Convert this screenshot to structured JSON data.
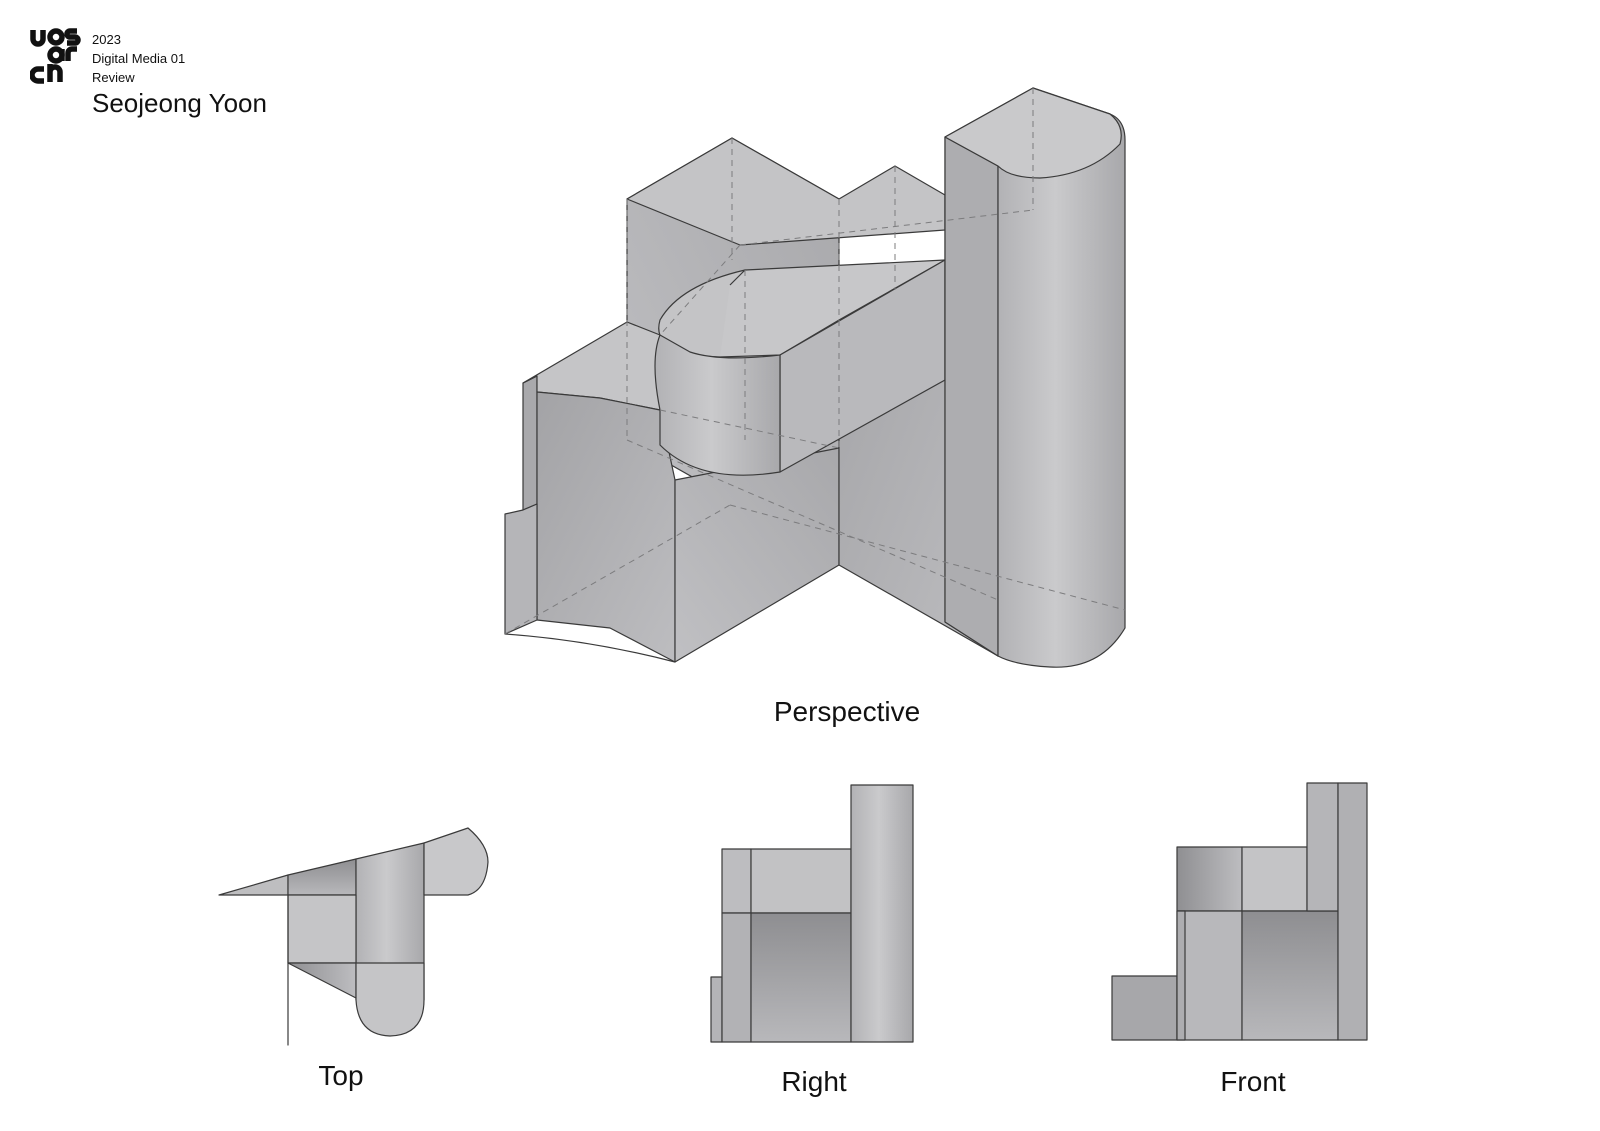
{
  "header": {
    "logo_text": "uos arch",
    "year": "2023",
    "course": "Digital Media 01",
    "type": "Review",
    "author": "Seojeong Yoon"
  },
  "views": {
    "perspective": "Perspective",
    "top": "Top",
    "right": "Right",
    "front": "Front"
  },
  "colors": {
    "line": "#3a3a3a",
    "hidden_line": "#8a8a8a",
    "face_light": "#c6c6c8",
    "face_mid": "#b0b0b3",
    "face_dark": "#98989b"
  }
}
